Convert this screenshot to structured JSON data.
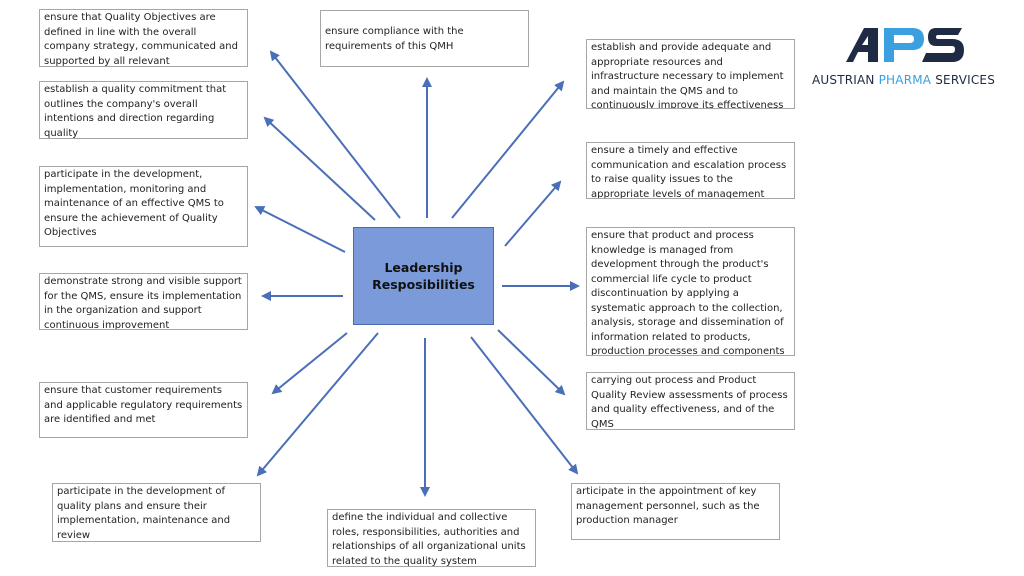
{
  "center": {
    "label": "Leadership\nResposibilities"
  },
  "boxes": {
    "b1": "ensure that Quality Objectives are defined in line with the overall company strategy, communicated and supported by all relevant functions/levels",
    "b2": "establish a quality commitment that outlines the company's overall intentions and direction regarding quality",
    "b3": "participate in the development, implementation, monitoring and maintenance of an effective QMS to ensure the achievement of Quality Objectives",
    "b4": "demonstrate strong and visible support for the QMS, ensure its implementation in the organization and support continuous improvement",
    "b5": "ensure that customer requirements and applicable regulatory requirements are identified and met",
    "b6": "participate in the development of quality plans and ensure their implementation, maintenance and review",
    "b7": "define the individual and collective roles, responsibilities, authorities and relationships of all organizational units related to the quality system",
    "b8": "articipate in the appointment of key management personnel, such as the production manager",
    "b9": "carrying out process and Product Quality Review assessments of process and quality effectiveness, and of the QMS",
    "b10": "ensure that product and process knowledge is managed from development through the product's commercial life cycle to product discontinuation by applying a systematic approach to the collection, analysis, storage and dissemination of information related to products, production processes and components",
    "b11": "ensure a timely and effective communication and escalation process to raise quality issues to the appropriate levels of management",
    "b12": "establish and provide adequate and appropriate resources and infrastructure necessary to implement and maintain the QMS and to continuously improve its effectiveness",
    "b13": "ensure compliance with the requirements of this QMH"
  },
  "logo": {
    "mark": "APS",
    "word1": "AUSTRIAN",
    "word2": "PHARMA",
    "word3": "SERVICES",
    "colors": {
      "dark": "#1f2a44",
      "accent": "#3aa0e0"
    }
  },
  "colors": {
    "arrow": "#4a6fb8",
    "center_fill": "#7a9ad9"
  }
}
